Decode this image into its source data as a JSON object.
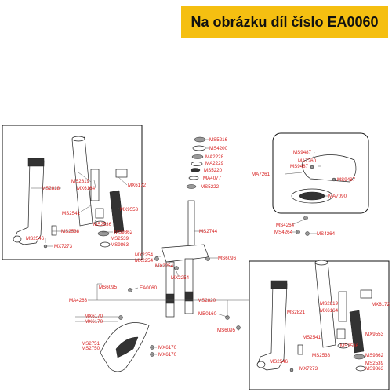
{
  "header": {
    "text": "Na obrázku díl číslo EA0060",
    "color": "#f5bf11"
  },
  "label_color": "#d61b1b",
  "labels": {
    "l1": "MS2818",
    "l2": "MS2819",
    "l3": "MX6164",
    "l4": "MX6172",
    "l5": "MX9553",
    "l6": "MS2541",
    "l7": "MS2536",
    "l8": "MS2538",
    "l9": "MS9862",
    "l10": "MS2539",
    "l11": "MS9863",
    "l12": "MS2546",
    "l13": "MX7273",
    "l14": "MS5216",
    "l15": "MS4200",
    "l16": "MA2228",
    "l17": "MA2229",
    "l18": "MS5220",
    "l19": "MA4077",
    "l20": "MS5222",
    "l21": "MS2744",
    "l22": "MX2254",
    "l23": "MX2254",
    "l24": "MS6096",
    "l25": "MX2254",
    "l26": "MX2254",
    "l27": "MS6095",
    "l28": "EA0060",
    "l29": "MA4263",
    "l30": "MS2820",
    "l31": "MB0160",
    "l32": "MS6095",
    "l33": "MX6170",
    "l34": "MX6170",
    "l35": "MS2751",
    "l36": "MS2750",
    "l37": "MX6170",
    "l38": "MX6170",
    "l39": "MS9487",
    "l40": "MA7260",
    "l41": "MS9487",
    "l42": "MA7261",
    "l43": "MS9487",
    "l44": "MA7090",
    "l45": "MS4264",
    "l46": "MS4264",
    "l47": "MS4264",
    "l48": "MS2821",
    "l49": "MS2819",
    "l50": "MX6164",
    "l51": "MX6172",
    "l52": "MX9553",
    "l53": "MS2541",
    "l54": "MS2536",
    "l55": "MS2538",
    "l56": "MS9862",
    "l57": "MS2539",
    "l58": "MS9863",
    "l59": "MS2546",
    "l60": "MX7273"
  }
}
